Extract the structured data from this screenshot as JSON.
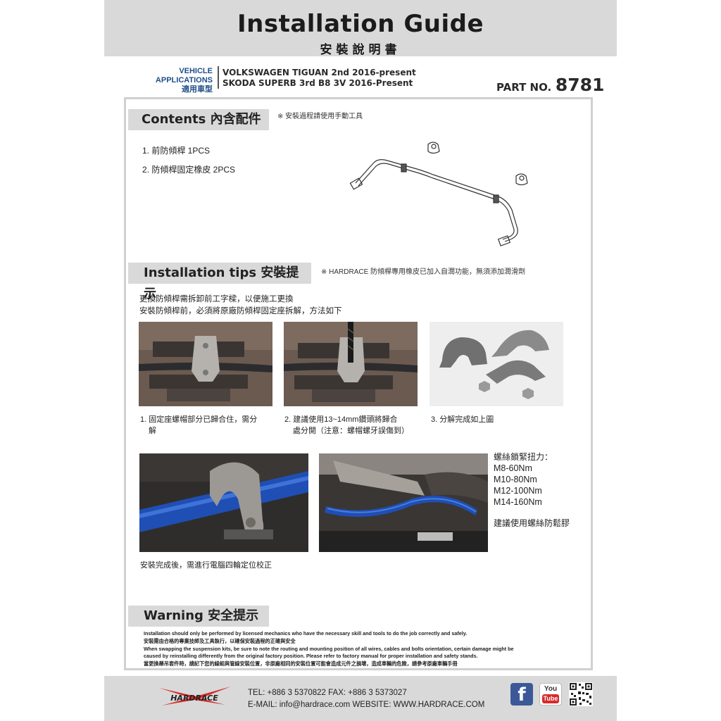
{
  "header": {
    "title": "Installation Guide",
    "subtitle": "安裝說明書"
  },
  "vehicle": {
    "label_en": "VEHICLE APPLICATIONS",
    "label_zh": "適用車型",
    "models": [
      "VOLKSWAGEN TIGUAN 2nd 2016-present",
      "SKODA SUPERB 3rd B8 3V 2016-Present"
    ]
  },
  "part": {
    "label": "PART NO.",
    "number": "8781"
  },
  "contents": {
    "heading": "Contents 內含配件",
    "note": "※ 安裝過程請使用手動工具",
    "items": [
      "1.  前防傾桿  1PCS",
      "2.  防傾桿固定橡皮  2PCS"
    ]
  },
  "tips": {
    "heading": "Installation tips 安裝提示",
    "note": "※  HARDRACE 防傾桿專用橡皮已加入自潤功能，無須添加潤滑劑",
    "intro": [
      "更換防傾桿需拆卸前工字樑，以便施工更換",
      "安裝防傾桿前，必須將原廠防傾桿固定座拆解，方法如下"
    ],
    "steps": [
      {
        "line1": "1. 固定座螺帽部分已歸合住，需分",
        "line2": "解"
      },
      {
        "line1": "2. 建議使用13~14mm鑽頭將歸合",
        "line2": "處分開（注意：螺帽螺牙誤傷到）"
      },
      {
        "line1": "3. 分解完成如上圖",
        "line2": ""
      }
    ],
    "final_caption": "安裝完成後，需進行電腦四輪定位校正"
  },
  "torque": {
    "title": "螺絲鎖緊扭力：",
    "values": [
      "M8-60Nm",
      "M10-80Nm",
      "M12-100Nm",
      "M14-160Nm"
    ],
    "advice": "建議使用螺絲防鬆膠"
  },
  "warning": {
    "heading": "Warning 安全提示",
    "lines": [
      "Installation should only be performed by licensed mechanics who have the necessary skill and tools to do the job correctly and safely.",
      "安裝需由合格的專業技師及工具執行，以確保安裝過程的正確與安全",
      "When swapping the suspension kits, be sure to note the routing and mounting position of all wires, cables and bolts orientation, certain damage might be",
      "caused by reinstalling differently from the original factory position. Please refer to factory manual for proper installation and safety stands.",
      "當更換懸吊套件時，請記下您的線組與管線安裝位置，非原廠相同的安裝位置可能會造成元件之損壞，造成車輛的危險，請參考原廠車輛手冊"
    ]
  },
  "footer": {
    "logo_text": "HARDRACE",
    "tel": "TEL: +886 3 5370822   FAX: +886 3 5373027",
    "email": "E-MAIL: info@hardrace.com   WEBSITE: WWW.HARDRACE.COM",
    "youtube_top": "You",
    "youtube_bottom": "Tube"
  },
  "colors": {
    "header_bg": "#d9d9d9",
    "section_bg": "#d9d9d9",
    "vehicle_label": "#1f4e8a",
    "sway_bar_blue": "#1f4fb5",
    "facebook": "#3b5998",
    "logo_red": "#d62b2b"
  }
}
